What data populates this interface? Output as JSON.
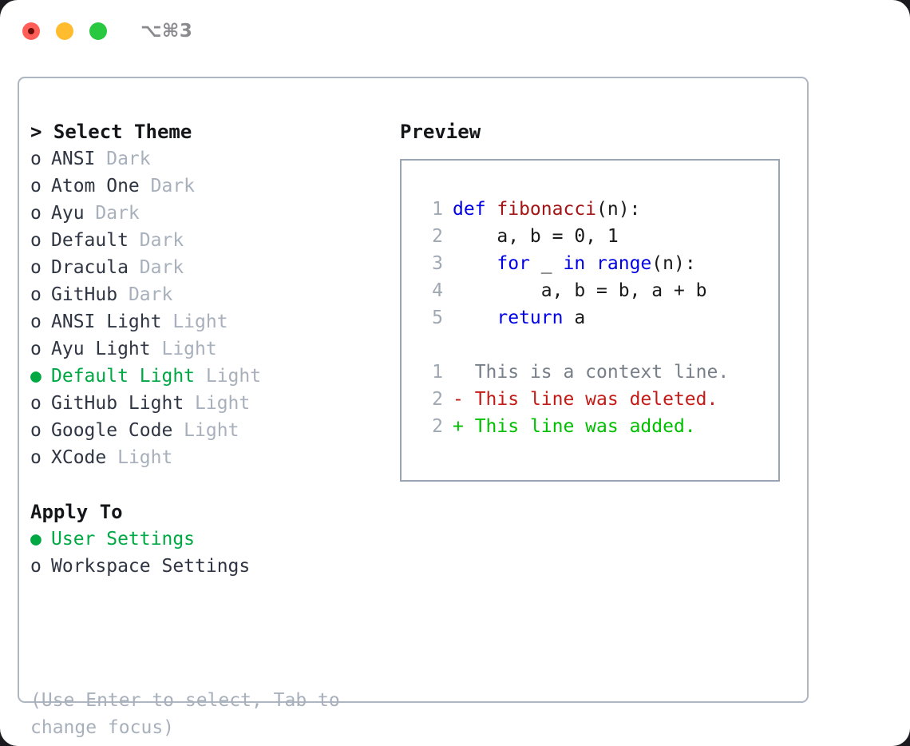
{
  "titlebar": {
    "shortcut_label": "⌥⌘3",
    "buttons": [
      {
        "name": "close",
        "color": "#ff5f57"
      },
      {
        "name": "minimize",
        "color": "#febc2e"
      },
      {
        "name": "zoom",
        "color": "#28c840"
      }
    ]
  },
  "theme_section": {
    "heading": "> Select Theme",
    "focused": true,
    "options": [
      {
        "bullet": "o",
        "label": "ANSI",
        "tag": "Dark",
        "selected": false
      },
      {
        "bullet": "o",
        "label": "Atom One",
        "tag": "Dark",
        "selected": false
      },
      {
        "bullet": "o",
        "label": "Ayu",
        "tag": "Dark",
        "selected": false
      },
      {
        "bullet": "o",
        "label": "Default",
        "tag": "Dark",
        "selected": false
      },
      {
        "bullet": "o",
        "label": "Dracula",
        "tag": "Dark",
        "selected": false
      },
      {
        "bullet": "o",
        "label": "GitHub",
        "tag": "Dark",
        "selected": false
      },
      {
        "bullet": "o",
        "label": "ANSI Light",
        "tag": "Light",
        "selected": false
      },
      {
        "bullet": "o",
        "label": "Ayu Light",
        "tag": "Light",
        "selected": false
      },
      {
        "bullet": "●",
        "label": "Default Light",
        "tag": "Light",
        "selected": true
      },
      {
        "bullet": "o",
        "label": "GitHub Light",
        "tag": "Light",
        "selected": false
      },
      {
        "bullet": "o",
        "label": "Google Code",
        "tag": "Light",
        "selected": false
      },
      {
        "bullet": "o",
        "label": "XCode",
        "tag": "Light",
        "selected": false
      }
    ]
  },
  "apply_section": {
    "heading": "Apply To",
    "focused": false,
    "options": [
      {
        "bullet": "●",
        "label": "User Settings",
        "tag": "",
        "selected": true
      },
      {
        "bullet": "o",
        "label": "Workspace Settings",
        "tag": "",
        "selected": false
      }
    ]
  },
  "help": {
    "line1": "(Use Enter to select, Tab to",
    "line2": "change focus)"
  },
  "preview": {
    "title": "Preview",
    "code_lines": [
      {
        "num": "1",
        "tokens": [
          {
            "t": "def ",
            "c": "kw"
          },
          {
            "t": "fibonacci",
            "c": "fn"
          },
          {
            "t": "(n):",
            "c": "pl"
          }
        ]
      },
      {
        "num": "2",
        "tokens": [
          {
            "t": "    a, b = 0, 1",
            "c": "pl"
          }
        ]
      },
      {
        "num": "3",
        "tokens": [
          {
            "t": "    ",
            "c": "pl"
          },
          {
            "t": "for",
            "c": "kw"
          },
          {
            "t": " _ ",
            "c": "pl"
          },
          {
            "t": "in ",
            "c": "kw"
          },
          {
            "t": "range",
            "c": "kw"
          },
          {
            "t": "(n):",
            "c": "pl"
          }
        ]
      },
      {
        "num": "4",
        "tokens": [
          {
            "t": "        a, b = b, a + b",
            "c": "pl"
          }
        ]
      },
      {
        "num": "5",
        "tokens": [
          {
            "t": "    ",
            "c": "pl"
          },
          {
            "t": "return",
            "c": "kw"
          },
          {
            "t": " a",
            "c": "pl"
          }
        ]
      }
    ],
    "diff_lines": [
      {
        "num": "1",
        "marker": " ",
        "text": " This is a context line.",
        "kind": "ctx"
      },
      {
        "num": "2",
        "marker": "-",
        "text": " This line was deleted.",
        "kind": "del"
      },
      {
        "num": "2",
        "marker": "+",
        "text": " This line was added.",
        "kind": "add"
      }
    ]
  },
  "colors": {
    "accent_green": "#00a844",
    "diff_added": "#00bf00",
    "diff_deleted": "#c41a16",
    "keyword_blue": "#0000e6",
    "function_red": "#a41515",
    "muted_gray": "#a8b0bc",
    "border": "#aeb6c2"
  }
}
